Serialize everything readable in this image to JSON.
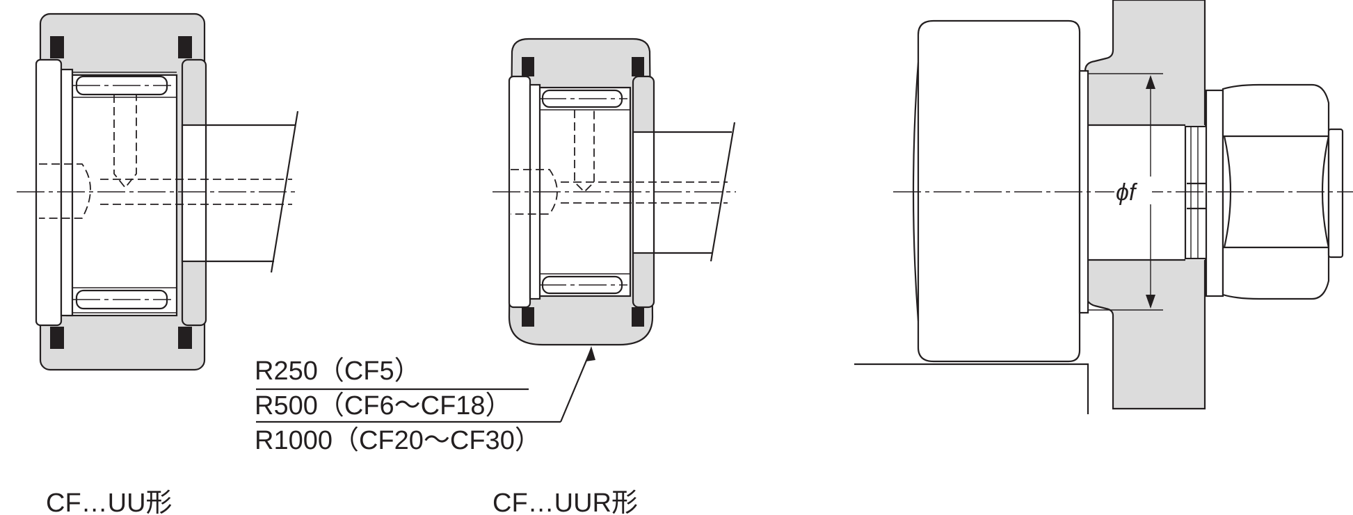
{
  "captions": {
    "left": "CF…UU形",
    "middle": "CF…UUR形"
  },
  "radius_callout": {
    "line1": "R250（CF5）",
    "line2": "R500（CF6～CF18）",
    "line3": "R1000（CF20～CF30）"
  },
  "dimension": {
    "label": "ϕf"
  },
  "colors": {
    "line": "#231f20",
    "fill_gray": "#dcdcdc",
    "background": "#ffffff"
  }
}
